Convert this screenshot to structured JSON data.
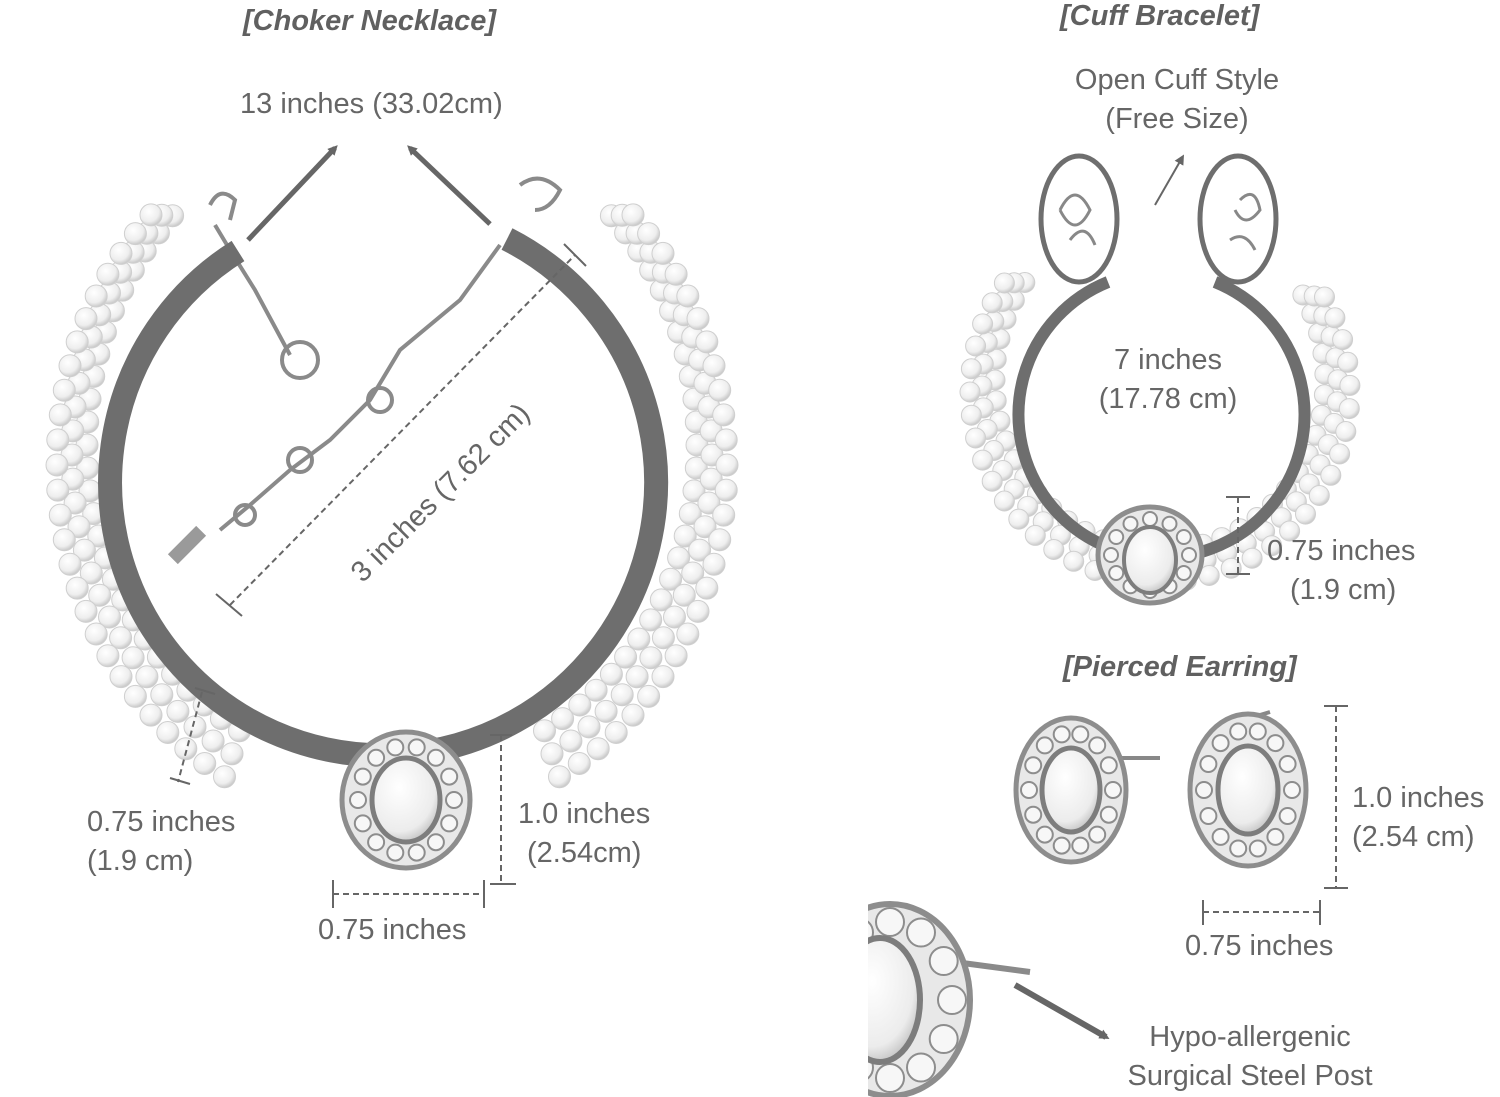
{
  "colors": {
    "band": "#6e6e6e",
    "text": "#666666",
    "pearl": "#f2f2f2",
    "metal": "#9a9a9a"
  },
  "necklace": {
    "title": "[Choker Necklace]",
    "length": "13 inches (33.02cm)",
    "diameter": "3 inches (7.62 cm)",
    "band_width": [
      "0.75 inches",
      "(1.9 cm)"
    ],
    "pendant_height": [
      "1.0 inches",
      "(2.54cm)"
    ],
    "pendant_width": "0.75 inches"
  },
  "bracelet": {
    "title": "[Cuff Bracelet]",
    "style": [
      "Open Cuff Style",
      "(Free Size)"
    ],
    "length": [
      "7 inches",
      "(17.78 cm)"
    ],
    "band_width": [
      "0.75 inches",
      "(1.9 cm)"
    ]
  },
  "earring": {
    "title": "[Pierced Earring]",
    "height": [
      "1.0 inches",
      "(2.54 cm)"
    ],
    "width": "0.75 inches",
    "post": [
      "Hypo-allergenic",
      "Surgical Steel Post"
    ]
  }
}
